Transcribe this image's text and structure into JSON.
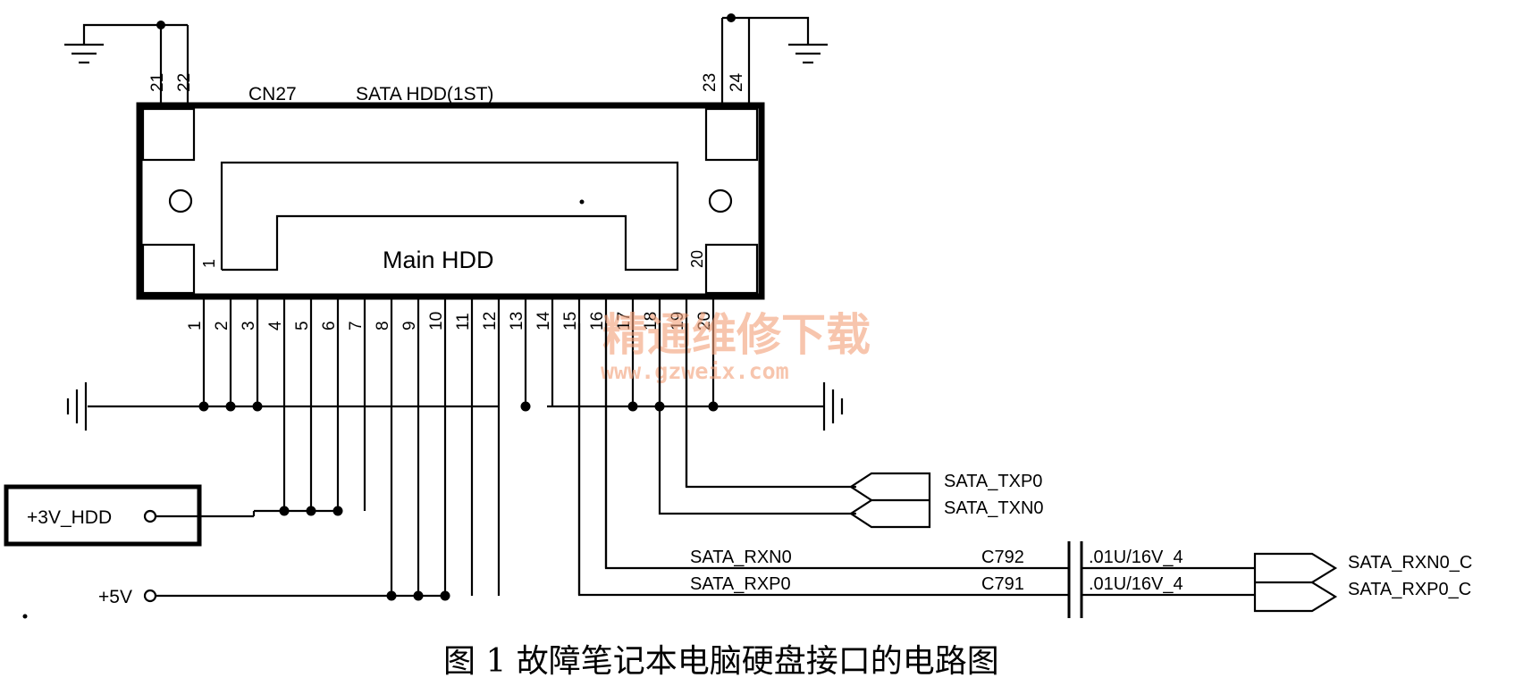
{
  "connector": {
    "ref": "CN27",
    "title": "SATA HDD(1ST)",
    "label": "Main HDD",
    "top_pins": [
      "21",
      "22",
      "23",
      "24"
    ],
    "inner_pins": [
      "1",
      "20"
    ],
    "bottom_pins": [
      "1",
      "2",
      "3",
      "4",
      "5",
      "6",
      "7",
      "8",
      "9",
      "10",
      "11",
      "12",
      "13",
      "14",
      "15",
      "16",
      "17",
      "18",
      "19",
      "20"
    ]
  },
  "power": {
    "hdd_3v": "+3V_HDD",
    "v5": "+5V"
  },
  "tx_signals": [
    "SATA_TXP0",
    "SATA_TXN0"
  ],
  "rx_nets": [
    "SATA_RXN0",
    "SATA_RXP0"
  ],
  "capacitors": [
    {
      "ref": "C792",
      "value": ".01U/16V_4"
    },
    {
      "ref": "C791",
      "value": ".01U/16V_4"
    }
  ],
  "rx_outputs": [
    "SATA_RXN0_C",
    "SATA_RXP0_C"
  ],
  "watermark": {
    "text": "精通维修下载",
    "url": "www.gzweix.com",
    "color": "#f3a27c"
  },
  "caption": "图 1 故障笔记本电脑硬盘接口的电路图"
}
